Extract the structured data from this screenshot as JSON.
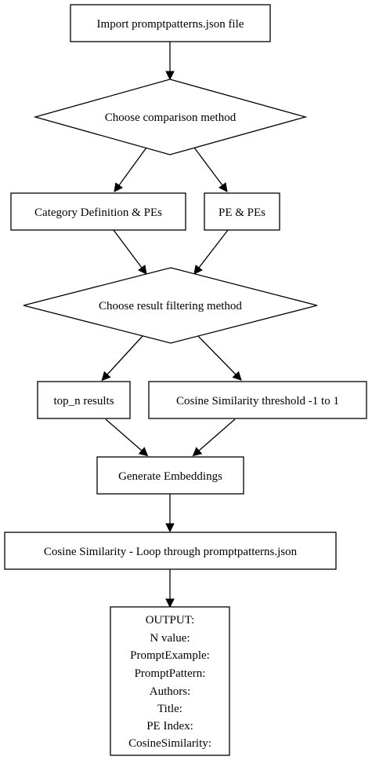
{
  "diagram": {
    "nodes": {
      "import": {
        "label": "Import promptpatterns.json file"
      },
      "choose_comparison": {
        "label": "Choose comparison method"
      },
      "category_def": {
        "label": "Category Definition & PEs"
      },
      "pe_pes": {
        "label": "PE & PEs"
      },
      "choose_filter": {
        "label": "Choose result filtering method"
      },
      "top_n": {
        "label": "top_n results"
      },
      "cosine_threshold": {
        "label": "Cosine Similarity threshold -1 to 1"
      },
      "generate_embeddings": {
        "label": "Generate Embeddings"
      },
      "cosine_loop": {
        "label": "Cosine Similarity - Loop through promptpatterns.json"
      },
      "output": {
        "lines": [
          "OUTPUT:",
          "N value:",
          "PromptExample:",
          "PromptPattern:",
          "Authors:",
          "Title:",
          "PE Index:",
          "CosineSimilarity:"
        ]
      }
    },
    "edges": [
      {
        "from": "import",
        "to": "choose_comparison"
      },
      {
        "from": "choose_comparison",
        "to": "category_def"
      },
      {
        "from": "choose_comparison",
        "to": "pe_pes"
      },
      {
        "from": "category_def",
        "to": "choose_filter"
      },
      {
        "from": "pe_pes",
        "to": "choose_filter"
      },
      {
        "from": "choose_filter",
        "to": "top_n"
      },
      {
        "from": "choose_filter",
        "to": "cosine_threshold"
      },
      {
        "from": "top_n",
        "to": "generate_embeddings"
      },
      {
        "from": "cosine_threshold",
        "to": "generate_embeddings"
      },
      {
        "from": "generate_embeddings",
        "to": "cosine_loop"
      },
      {
        "from": "cosine_loop",
        "to": "output"
      }
    ]
  }
}
